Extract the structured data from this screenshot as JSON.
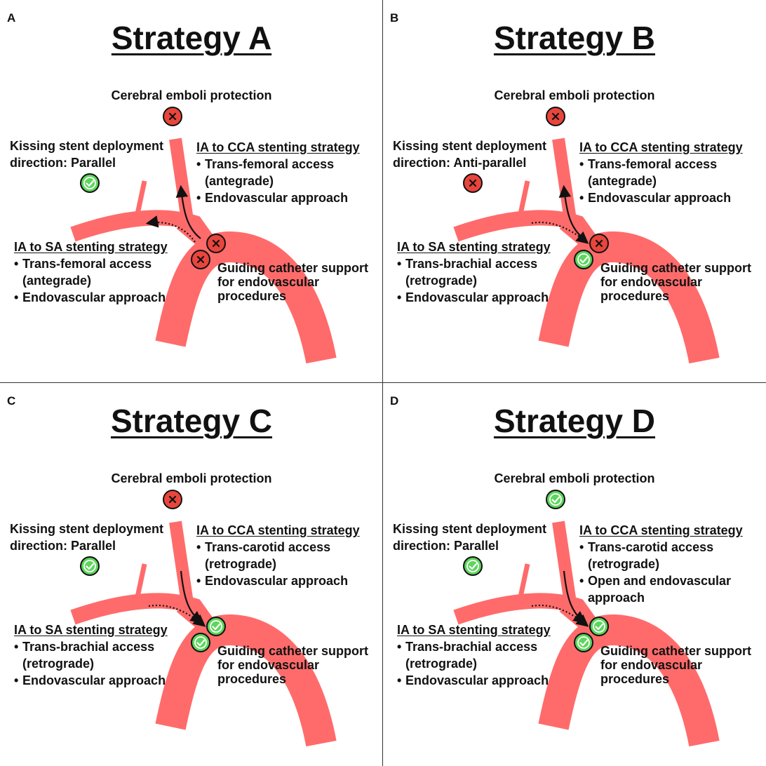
{
  "colors": {
    "vessel": "#ff6b6b",
    "ok_fill": "#5cd65c",
    "bad_fill": "#e8453c"
  },
  "icons": {
    "ok": "check-circle-icon",
    "bad": "x-circle-icon"
  },
  "panels": [
    {
      "letter": "A",
      "title": "Strategy A",
      "emboli_heading": "Cerebral emboli protection",
      "emboli_status": "bad",
      "kissing_line1": "Kissing stent deployment",
      "kissing_line2": "direction: Parallel",
      "kissing_status": "ok",
      "cca_heading": "IA to CCA stenting strategy",
      "cca_items": [
        {
          "text": "Trans-femoral access",
          "bullet": true
        },
        {
          "text": "(antegrade)",
          "bullet": false
        },
        {
          "text": "Endovascular approach",
          "bullet": true
        },
        {
          "text": "",
          "bullet": false
        }
      ],
      "sa_heading": "IA to SA stenting strategy",
      "sa_items": [
        {
          "text": "Trans-femoral access",
          "bullet": true
        },
        {
          "text": "(antegrade)",
          "bullet": false
        },
        {
          "text": "Endovascular approach",
          "bullet": true
        }
      ],
      "guiding_lines": [
        "Guiding catheter support",
        "for endovascular",
        "procedures"
      ],
      "cca_status": "bad",
      "sa_status": "bad",
      "cca_arrow": "up",
      "sa_arrow": "left"
    },
    {
      "letter": "B",
      "title": "Strategy B",
      "emboli_heading": "Cerebral emboli protection",
      "emboli_status": "bad",
      "kissing_line1": "Kissing stent deployment",
      "kissing_line2": "direction: Anti-parallel",
      "kissing_status": "bad",
      "cca_heading": "IA to CCA stenting strategy",
      "cca_items": [
        {
          "text": "Trans-femoral access",
          "bullet": true
        },
        {
          "text": "(antegrade)",
          "bullet": false
        },
        {
          "text": "Endovascular approach",
          "bullet": true
        },
        {
          "text": "",
          "bullet": false
        }
      ],
      "sa_heading": "IA to SA stenting strategy",
      "sa_items": [
        {
          "text": "Trans-brachial access",
          "bullet": true
        },
        {
          "text": "(retrograde)",
          "bullet": false
        },
        {
          "text": "Endovascular approach",
          "bullet": true
        }
      ],
      "guiding_lines": [
        "Guiding catheter support",
        "for endovascular",
        "procedures"
      ],
      "cca_status": "bad",
      "sa_status": "ok",
      "cca_arrow": "up",
      "sa_arrow": "right"
    },
    {
      "letter": "C",
      "title": "Strategy C",
      "emboli_heading": "Cerebral emboli protection",
      "emboli_status": "bad",
      "kissing_line1": "Kissing stent deployment",
      "kissing_line2": "direction: Parallel",
      "kissing_status": "ok",
      "cca_heading": "IA to CCA stenting strategy",
      "cca_items": [
        {
          "text": "Trans-carotid access",
          "bullet": true
        },
        {
          "text": "(retrograde)",
          "bullet": false
        },
        {
          "text": "Endovascular approach",
          "bullet": true
        },
        {
          "text": "",
          "bullet": false
        }
      ],
      "sa_heading": "IA to SA stenting strategy",
      "sa_items": [
        {
          "text": "Trans-brachial access",
          "bullet": true
        },
        {
          "text": "(retrograde)",
          "bullet": false
        },
        {
          "text": "Endovascular approach",
          "bullet": true
        }
      ],
      "guiding_lines": [
        "Guiding catheter support",
        "for endovascular",
        "procedures"
      ],
      "cca_status": "ok",
      "sa_status": "ok",
      "cca_arrow": "down",
      "sa_arrow": "right"
    },
    {
      "letter": "D",
      "title": "Strategy D",
      "emboli_heading": "Cerebral emboli protection",
      "emboli_status": "ok",
      "kissing_line1": "Kissing stent deployment",
      "kissing_line2": "direction: Parallel",
      "kissing_status": "ok",
      "cca_heading": "IA to CCA stenting strategy",
      "cca_items": [
        {
          "text": "Trans-carotid access",
          "bullet": true
        },
        {
          "text": "(retrograde)",
          "bullet": false
        },
        {
          "text": "Open and endovascular",
          "bullet": true
        },
        {
          "text": "approach",
          "bullet": false
        }
      ],
      "sa_heading": "IA to SA stenting strategy",
      "sa_items": [
        {
          "text": "Trans-brachial access",
          "bullet": true
        },
        {
          "text": "(retrograde)",
          "bullet": false
        },
        {
          "text": "Endovascular approach",
          "bullet": true
        }
      ],
      "guiding_lines": [
        "Guiding catheter support",
        "for endovascular",
        "procedures"
      ],
      "cca_status": "ok",
      "sa_status": "ok",
      "cca_arrow": "down",
      "sa_arrow": "right"
    }
  ]
}
